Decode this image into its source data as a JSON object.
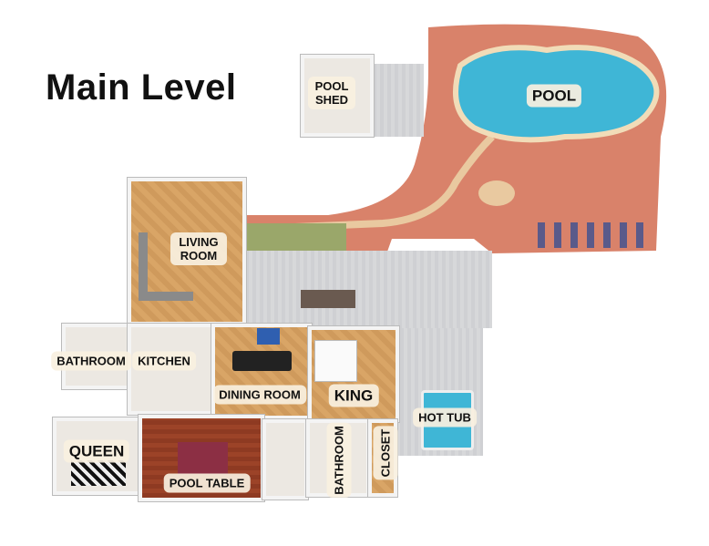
{
  "title": "Main Level",
  "rooms": {
    "pool_shed": "POOL SHED",
    "pool": "POOL",
    "living_room": "LIVING ROOM",
    "bathroom_left": "BATHROOM",
    "kitchen": "KITCHEN",
    "dining_room": "DINING ROOM",
    "king": "KING",
    "hot_tub": "HOT TUB",
    "queen": "QUEEN",
    "pool_table": "POOL TABLE",
    "bathroom_bottom": "BATHROOM",
    "closet": "CLOSET"
  },
  "colors": {
    "brick": "#d9826a",
    "pool": "#3fb6d6",
    "wood": "#d9a566",
    "deck": "#d7d8da"
  }
}
